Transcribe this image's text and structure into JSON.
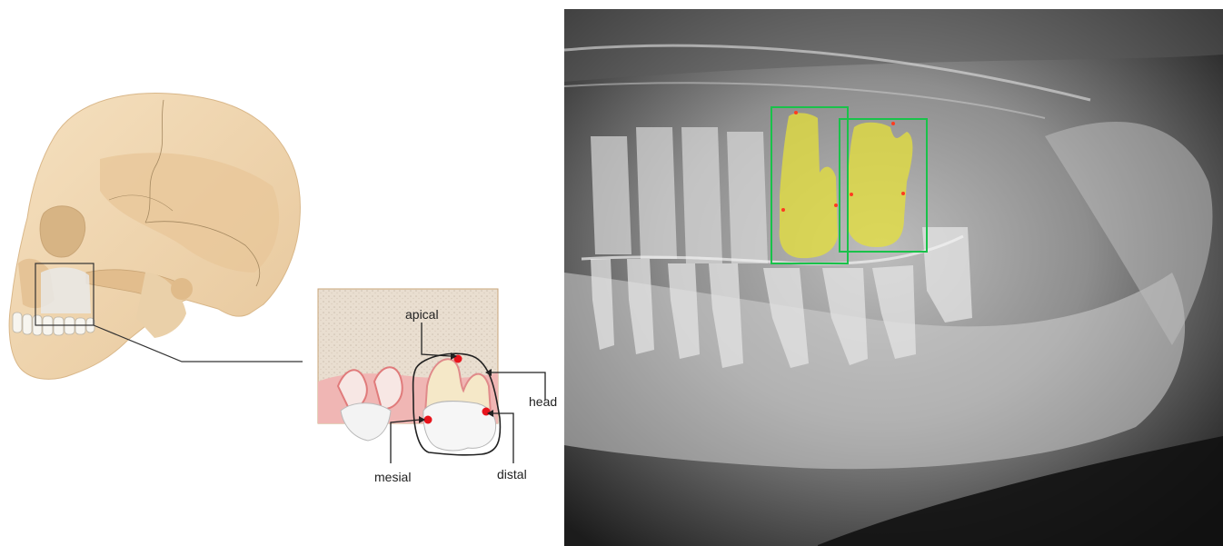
{
  "diagram": {
    "labels": {
      "apical": "apical",
      "head": "head",
      "mesial": "mesial",
      "distal": "distal"
    }
  },
  "colors": {
    "skull": "#f0d6b0",
    "skull_shadow": "#dfb98a",
    "bbox": "#19c24a",
    "keypoint": "#e8141c",
    "tooth_mask": "#e6e03a"
  },
  "icons": [
    "skull-illustration",
    "tooth-inset-illustration",
    "panoramic-xray"
  ]
}
